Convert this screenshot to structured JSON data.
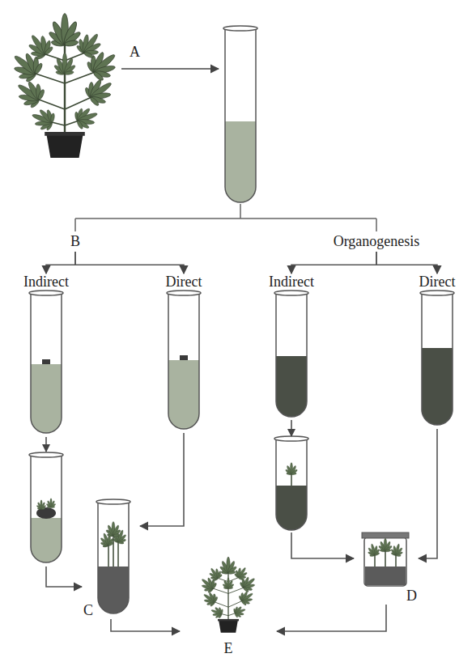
{
  "diagram": {
    "nodes": [
      {
        "text": [
          "B"
        ]
      },
      {
        "text": [
          "Organogenesis"
        ]
      },
      {
        "text": [
          "Indirect"
        ]
      },
      {
        "text": [
          "Direct"
        ]
      },
      {
        "text": [
          "Indirect"
        ]
      },
      {
        "text": [
          "Direct"
        ]
      },
      {
        "text": [
          "C"
        ]
      },
      {
        "text": [
          "D"
        ]
      },
      {
        "text": [
          "E"
        ]
      }
    ],
    "edges": [
      {
        "from": 0,
        "to": 2,
        "arrow": "to"
      },
      {
        "from": 0,
        "to": 3,
        "arrow": "to"
      },
      {
        "from": 1,
        "to": 4,
        "arrow": "to"
      },
      {
        "from": 1,
        "to": 5,
        "arrow": "to"
      },
      {
        "from": 2,
        "to": 6,
        "arrow": "to"
      },
      {
        "from": 3,
        "to": 6,
        "arrow": "to"
      },
      {
        "from": 4,
        "to": 7,
        "arrow": "to"
      },
      {
        "from": 5,
        "to": 7,
        "arrow": "to"
      },
      {
        "from": 6,
        "to": 8,
        "arrow": "to"
      },
      {
        "from": 7,
        "to": 8,
        "arrow": "to"
      }
    ],
    "labels": [
      "A"
    ]
  }
}
